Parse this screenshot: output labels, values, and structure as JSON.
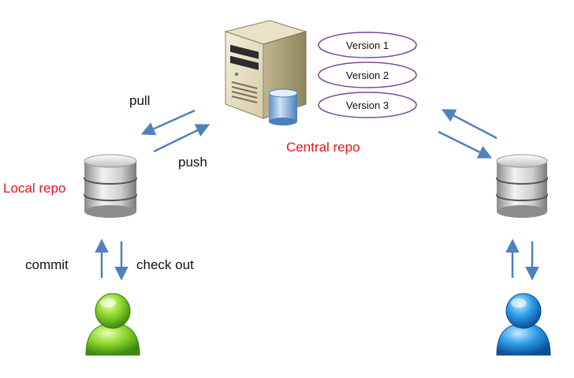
{
  "labels": {
    "pull": "pull",
    "push": "push",
    "local_repo": "Local repo",
    "central_repo": "Central repo",
    "commit": "commit",
    "check_out": "check out"
  },
  "versions": [
    "Version 1",
    "Version 2",
    "Version 3"
  ],
  "colors": {
    "arrow": "#4f81bd",
    "repo_label": "#e8141b",
    "version_outline": "#7b4a9b",
    "user_left": "#6cc11f",
    "user_right": "#1f7fd6"
  },
  "icons": {
    "server": "server-tower-icon",
    "database": "database-icon",
    "user_left": "user-green-icon",
    "user_right": "user-blue-icon"
  }
}
